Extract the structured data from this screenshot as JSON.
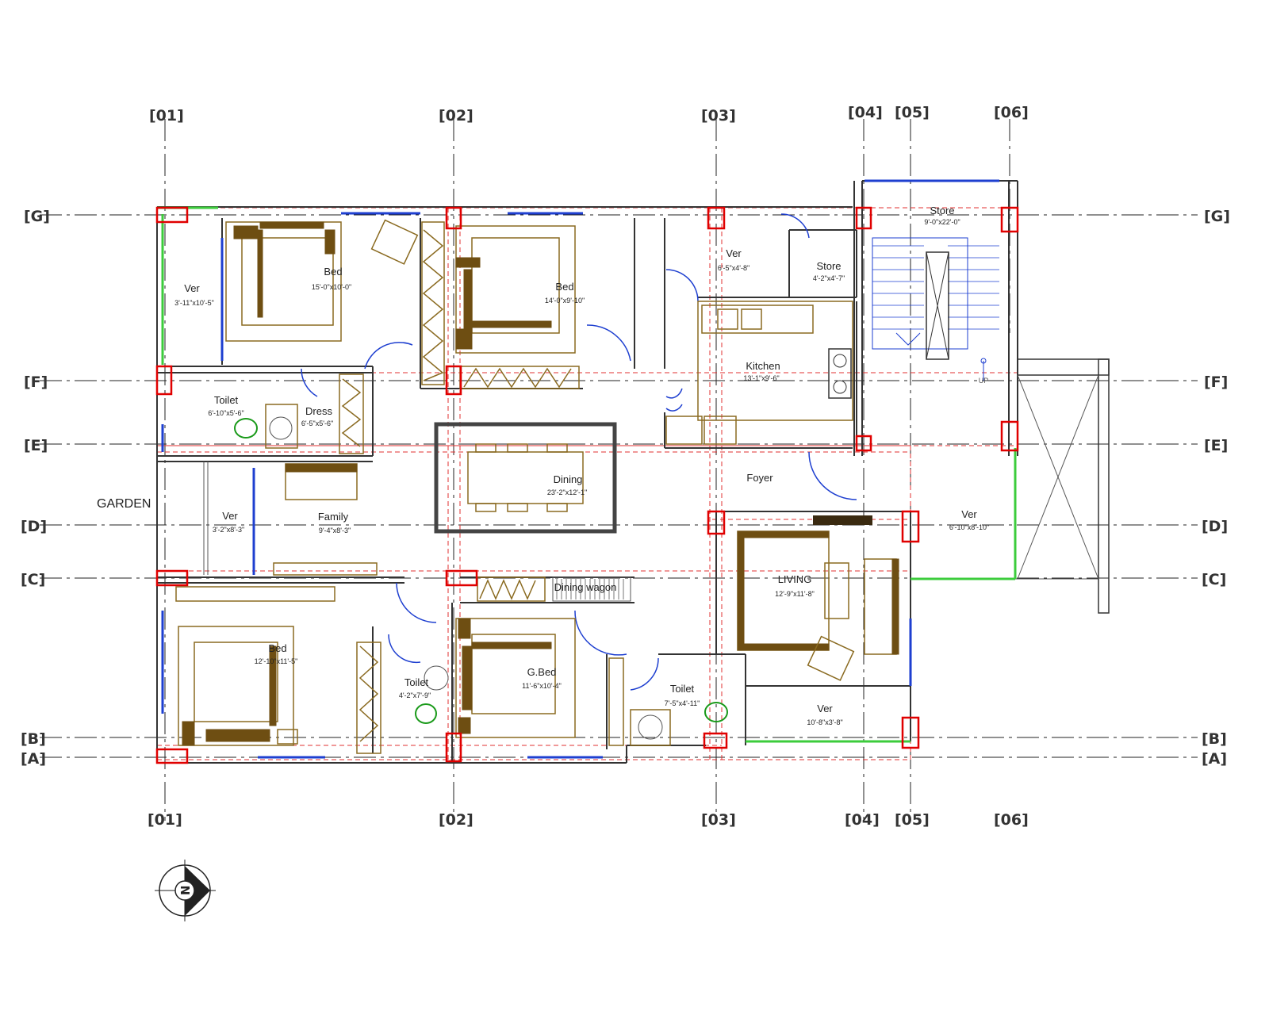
{
  "grid": {
    "columns": {
      "c01": "[01]",
      "c02": "[02]",
      "c03": "[03]",
      "c04": "[04]",
      "c05": "[05]",
      "c06": "[06]"
    },
    "rows": {
      "rG": "[G]",
      "rF": "[F]",
      "rE": "[E]",
      "rD": "[D]",
      "rC": "[C]",
      "rB": "[B]",
      "rA": "[A]"
    }
  },
  "rooms": {
    "ver_nw": {
      "name": "Ver",
      "size": "3'-11\"x10'-5\""
    },
    "bed_master": {
      "name": "Bed",
      "size": "15'-0\"x10'-0\""
    },
    "bed_2": {
      "name": "Bed",
      "size": "14'-0\"x9'-10\""
    },
    "ver_kitchen": {
      "name": "Ver",
      "size": "6'-5\"x4'-8\""
    },
    "store_small": {
      "name": "Store",
      "size": "4'-2\"x4'-7\""
    },
    "store_stair": {
      "name": "Store",
      "size": "9'-0\"x22'-0\""
    },
    "kitchen": {
      "name": "Kitchen",
      "size": "13'-1\"x9'-6\""
    },
    "toilet_nw": {
      "name": "Toilet",
      "size": "6'-10\"x5'-6\""
    },
    "dress": {
      "name": "Dress",
      "size": "6'-5\"x5'-6\""
    },
    "dining": {
      "name": "Dining",
      "size": "23'-2\"x12'-1\""
    },
    "foyer": {
      "name": "Foyer"
    },
    "ver_family": {
      "name": "Ver",
      "size": "3'-2\"x8'-3\""
    },
    "family": {
      "name": "Family",
      "size": "9'-4\"x8'-3\""
    },
    "ver_east": {
      "name": "Ver",
      "size": "6'-10\"x8'-10\""
    },
    "living": {
      "name": "LIVING",
      "size": "12'-9\"x11'-8\""
    },
    "dining_wagon": {
      "name": "Dining wagon"
    },
    "bed_sw": {
      "name": "Bed",
      "size": "12'-10\"x11'-5\""
    },
    "toilet_sw": {
      "name": "Toilet",
      "size": "4'-2\"x7'-9\""
    },
    "gbed": {
      "name": "G.Bed",
      "size": "11'-6\"x10'-4\""
    },
    "toilet_s": {
      "name": "Toilet",
      "size": "7'-5\"x4'-11\""
    },
    "ver_se": {
      "name": "Ver",
      "size": "10'-8\"x3'-8\""
    }
  },
  "garden_label": "GARDEN",
  "up_label": "UP",
  "compass": {
    "letter": "N"
  },
  "colors": {
    "column_marker": "#e00000",
    "glazing": "#1e3fd0",
    "green_railing": "#3ccc3c",
    "furniture": "#8a6a20"
  }
}
